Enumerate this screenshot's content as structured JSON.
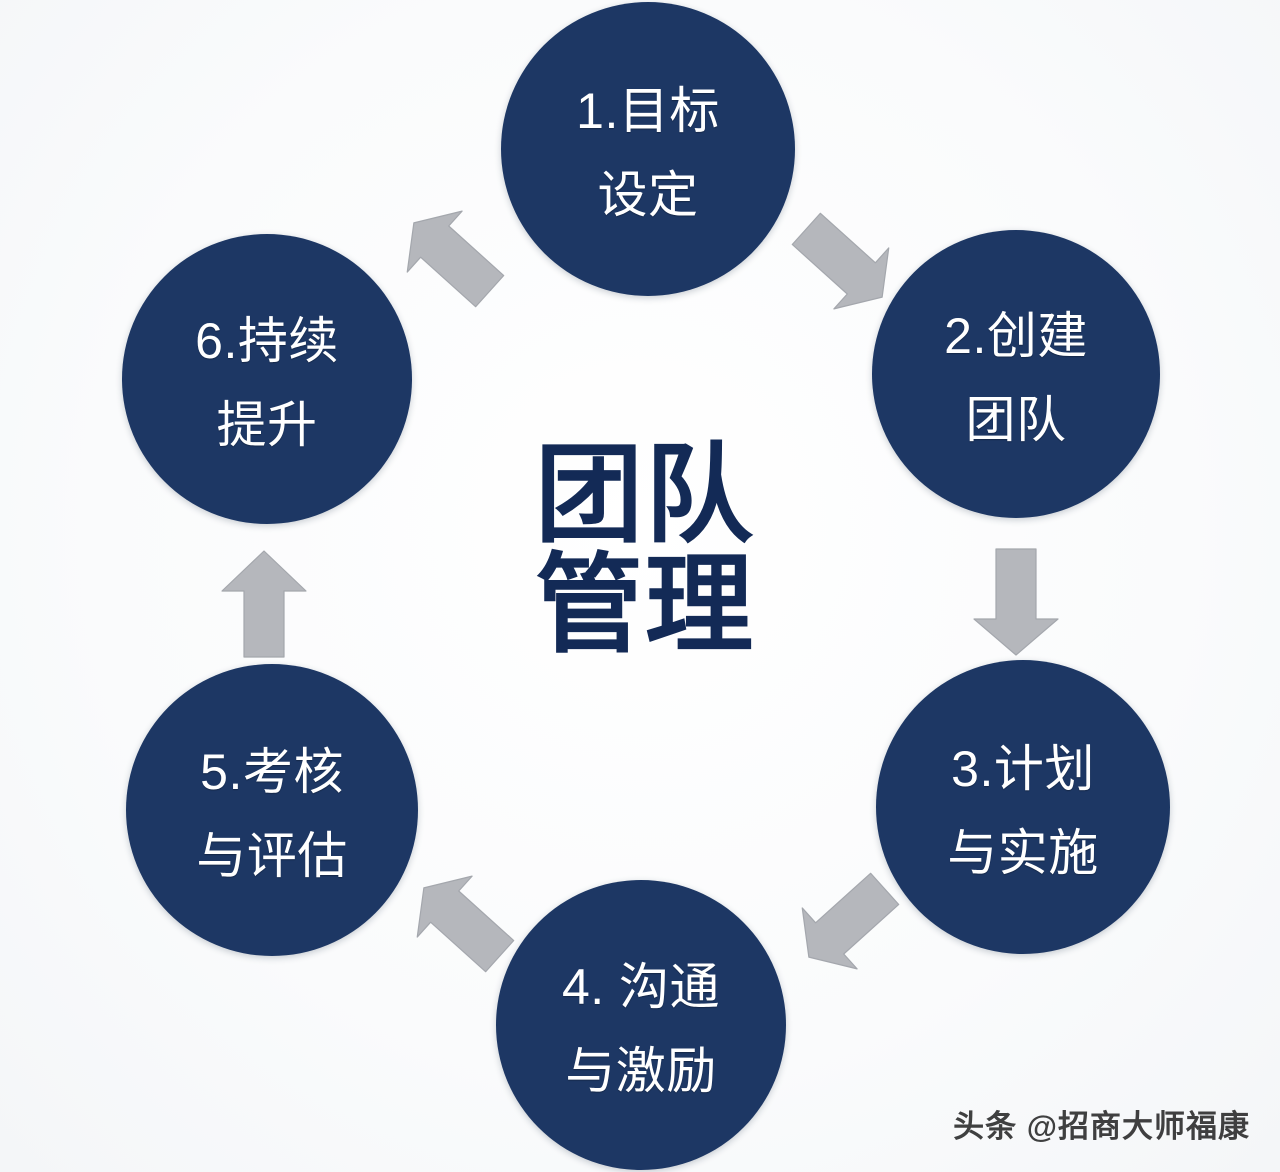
{
  "diagram": {
    "center": {
      "line1": "团队",
      "line2": "管理"
    },
    "nodes": [
      {
        "id": "node1",
        "line1": "1.目标",
        "line2": "设定"
      },
      {
        "id": "node2",
        "line1": "2.创建",
        "line2": "团队"
      },
      {
        "id": "node3",
        "line1": "3.计划",
        "line2": "与实施"
      },
      {
        "id": "node4",
        "line1": "4. 沟通",
        "line2": "与激励"
      },
      {
        "id": "node5",
        "line1": "5.考核",
        "line2": "与评估"
      },
      {
        "id": "node6",
        "line1": "6.持续",
        "line2": "提升"
      }
    ],
    "arrows": [
      {
        "id": "arrow-6-1",
        "from": "6.持续提升",
        "to": "1.目标设定",
        "direction": "up-right"
      },
      {
        "id": "arrow-1-2",
        "from": "1.目标设定",
        "to": "2.创建团队",
        "direction": "down-right"
      },
      {
        "id": "arrow-2-3",
        "from": "2.创建团队",
        "to": "3.计划与实施",
        "direction": "down"
      },
      {
        "id": "arrow-3-4",
        "from": "3.计划与实施",
        "to": "4. 沟通与激励",
        "direction": "down-left"
      },
      {
        "id": "arrow-4-5",
        "from": "4. 沟通与激励",
        "to": "5.考核与评估",
        "direction": "up-left"
      },
      {
        "id": "arrow-5-6",
        "from": "5.考核与评估",
        "to": "6.持续提升",
        "direction": "up"
      }
    ],
    "colors": {
      "node_fill": "#1d3764",
      "node_text": "#ffffff",
      "center_text": "#132a56",
      "arrow_fill": "#b5b7bc",
      "background": "#fbfcfd"
    }
  },
  "watermark": {
    "text": "头条 @招商大师福康"
  }
}
